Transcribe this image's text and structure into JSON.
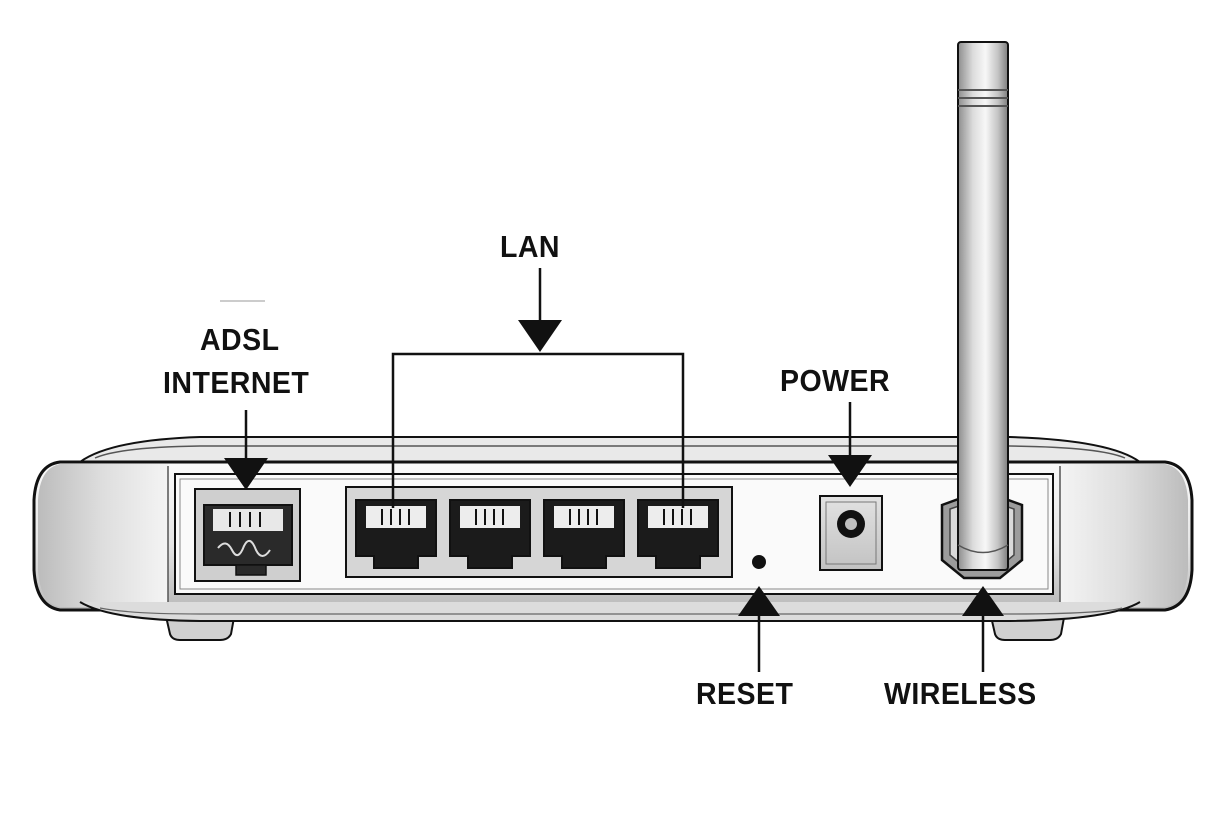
{
  "labels": {
    "lan": "LAN",
    "adsl": "ADSL",
    "internet": "INTERNET",
    "power": "POWER",
    "reset": "RESET",
    "wireless": "WIRELESS"
  },
  "colors": {
    "background": "#ffffff",
    "line": "#111111",
    "body_light": "#f2f2f2",
    "body_mid": "#d4d4d4",
    "body_dark": "#a8a8a8",
    "port_panel": "#d8d8d8",
    "jack": "#111111"
  },
  "icons": {
    "router": "router-rear-panel-icon",
    "antenna": "antenna-icon",
    "ethernet_port": "ethernet-port-icon",
    "power_jack": "power-jack-icon",
    "reset_hole": "reset-pinhole-icon"
  },
  "lan_ports": 4
}
